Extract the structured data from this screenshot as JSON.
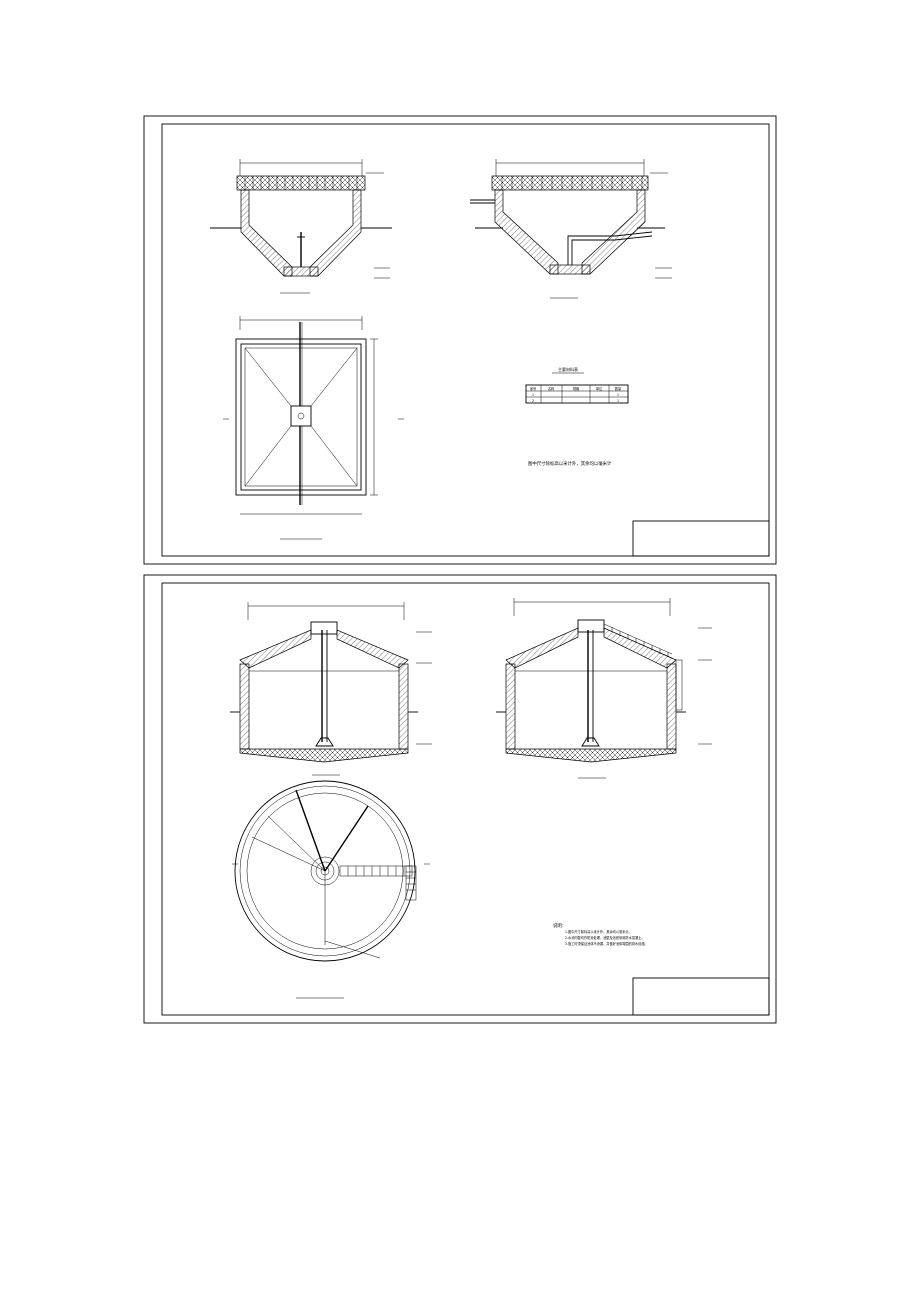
{
  "sheet1": {
    "top_note": "图中尺寸除标高以米计外，其余均以毫米计",
    "table_title": "主要材料表",
    "table_header": [
      "序号",
      "名称",
      "规格",
      "单位",
      "数量"
    ],
    "table_rows": [
      [
        "1",
        "",
        "",
        "",
        "1"
      ],
      [
        "2",
        "",
        "",
        "",
        "1"
      ]
    ]
  },
  "sheet2": {
    "notes_label": "说明：",
    "notes": [
      "1.图中尺寸除标高以米计外，其余均以毫米计。",
      "2.水池内壁均作防渗处理，池壁及池底采用防水混凝土。",
      "3.施工时须保证池体不渗漏，并做好池体周围的排水设施。"
    ]
  }
}
